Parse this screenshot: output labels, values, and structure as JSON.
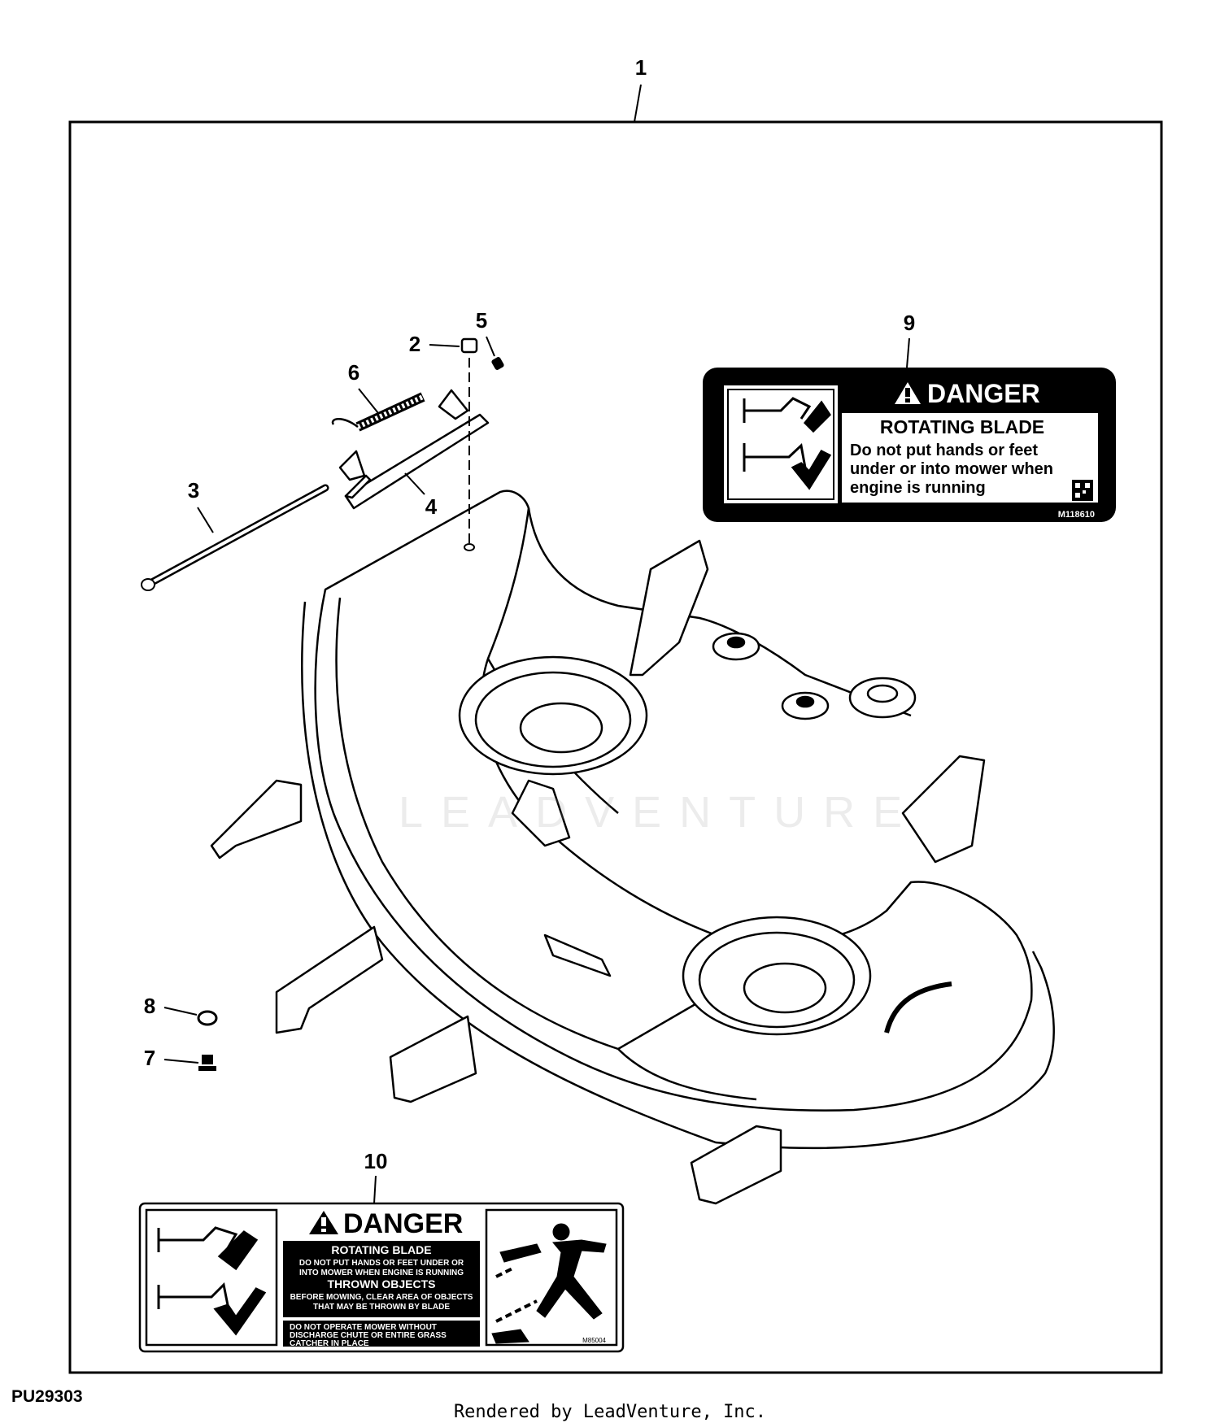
{
  "callouts": {
    "c1": "1",
    "c2": "2",
    "c3": "3",
    "c4": "4",
    "c5": "5",
    "c6": "6",
    "c7": "7",
    "c8": "8",
    "c9": "9",
    "c10": "10"
  },
  "decal9": {
    "header": "DANGER",
    "title": "ROTATING BLADE",
    "line1": "Do not put hands or feet",
    "line2": "under or into mower when",
    "line3": "engine is running",
    "code": "M118610"
  },
  "decal10": {
    "header": "DANGER",
    "section1_title": "ROTATING BLADE",
    "section1_line1": "DO NOT PUT HANDS OR FEET UNDER OR",
    "section1_line2": "INTO MOWER WHEN ENGINE IS RUNNING",
    "section2_title": "THROWN OBJECTS",
    "section2_line1": "BEFORE MOWING, CLEAR AREA OF OBJECTS",
    "section2_line2": "THAT MAY BE THROWN BY BLADE",
    "section3_line1": "DO NOT OPERATE MOWER WITHOUT",
    "section3_line2": "DISCHARGE CHUTE OR ENTIRE GRASS",
    "section3_line3": "CATCHER IN PLACE",
    "code": "M85004"
  },
  "watermark": "LEADVENTURE",
  "figure_id": "PU29303",
  "credit": "Rendered by LeadVenture, Inc.",
  "colors": {
    "ink": "#000000",
    "paper": "#ffffff"
  }
}
